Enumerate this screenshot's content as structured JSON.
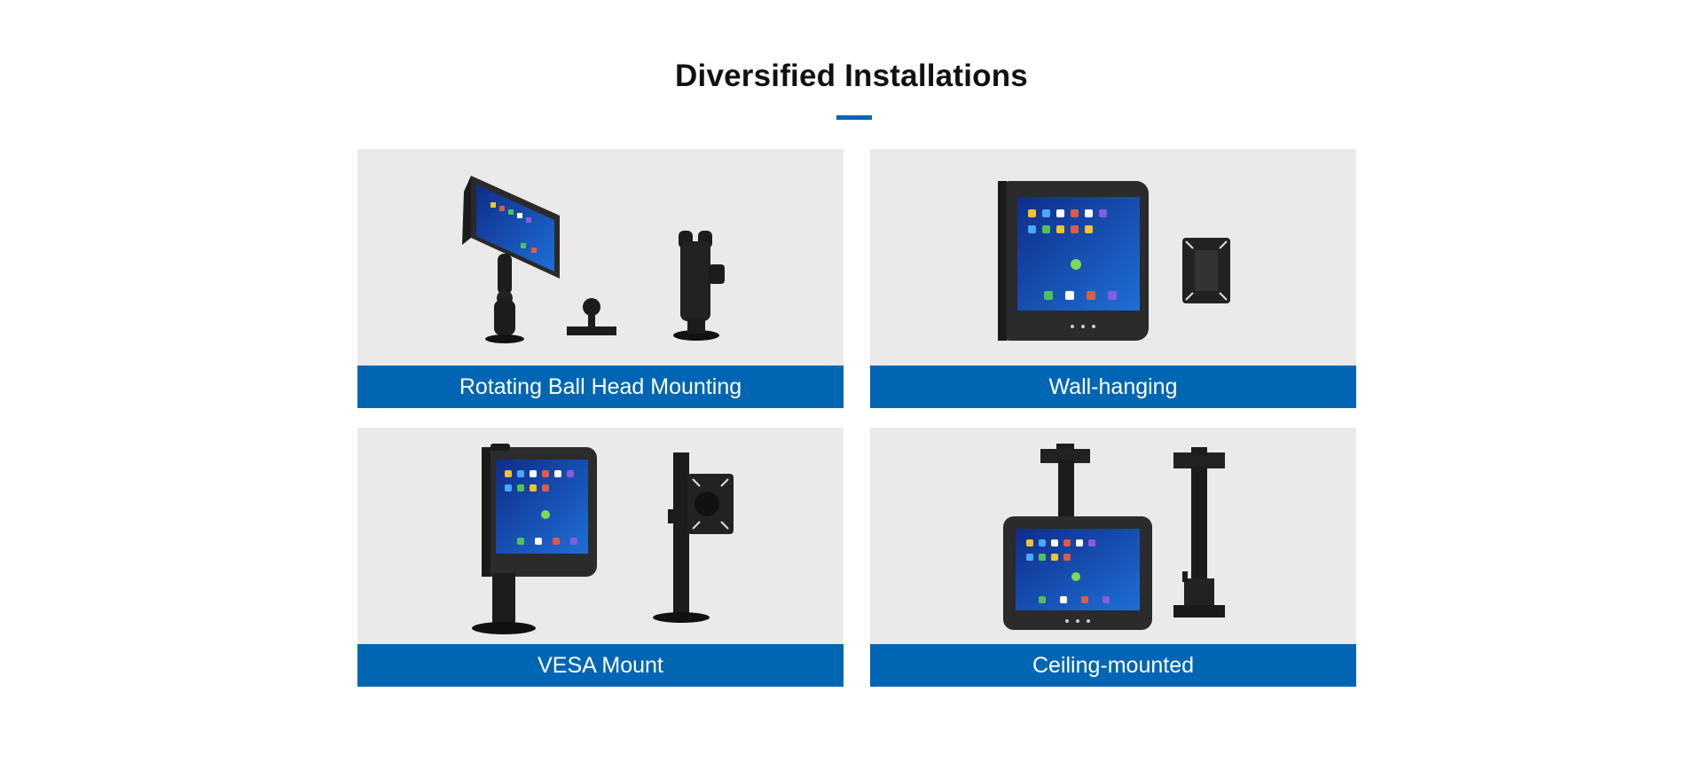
{
  "section": {
    "title": "Diversified Installations",
    "accent_color": "#0066b3"
  },
  "cards": [
    {
      "caption": "Rotating Ball Head Mounting",
      "image_icon": "tablet-ball-mount-image"
    },
    {
      "caption": "Wall-hanging",
      "image_icon": "tablet-wall-mount-image"
    },
    {
      "caption": "VESA Mount",
      "image_icon": "tablet-vesa-stand-image"
    },
    {
      "caption": "Ceiling-mounted",
      "image_icon": "tablet-ceiling-mount-image"
    }
  ]
}
